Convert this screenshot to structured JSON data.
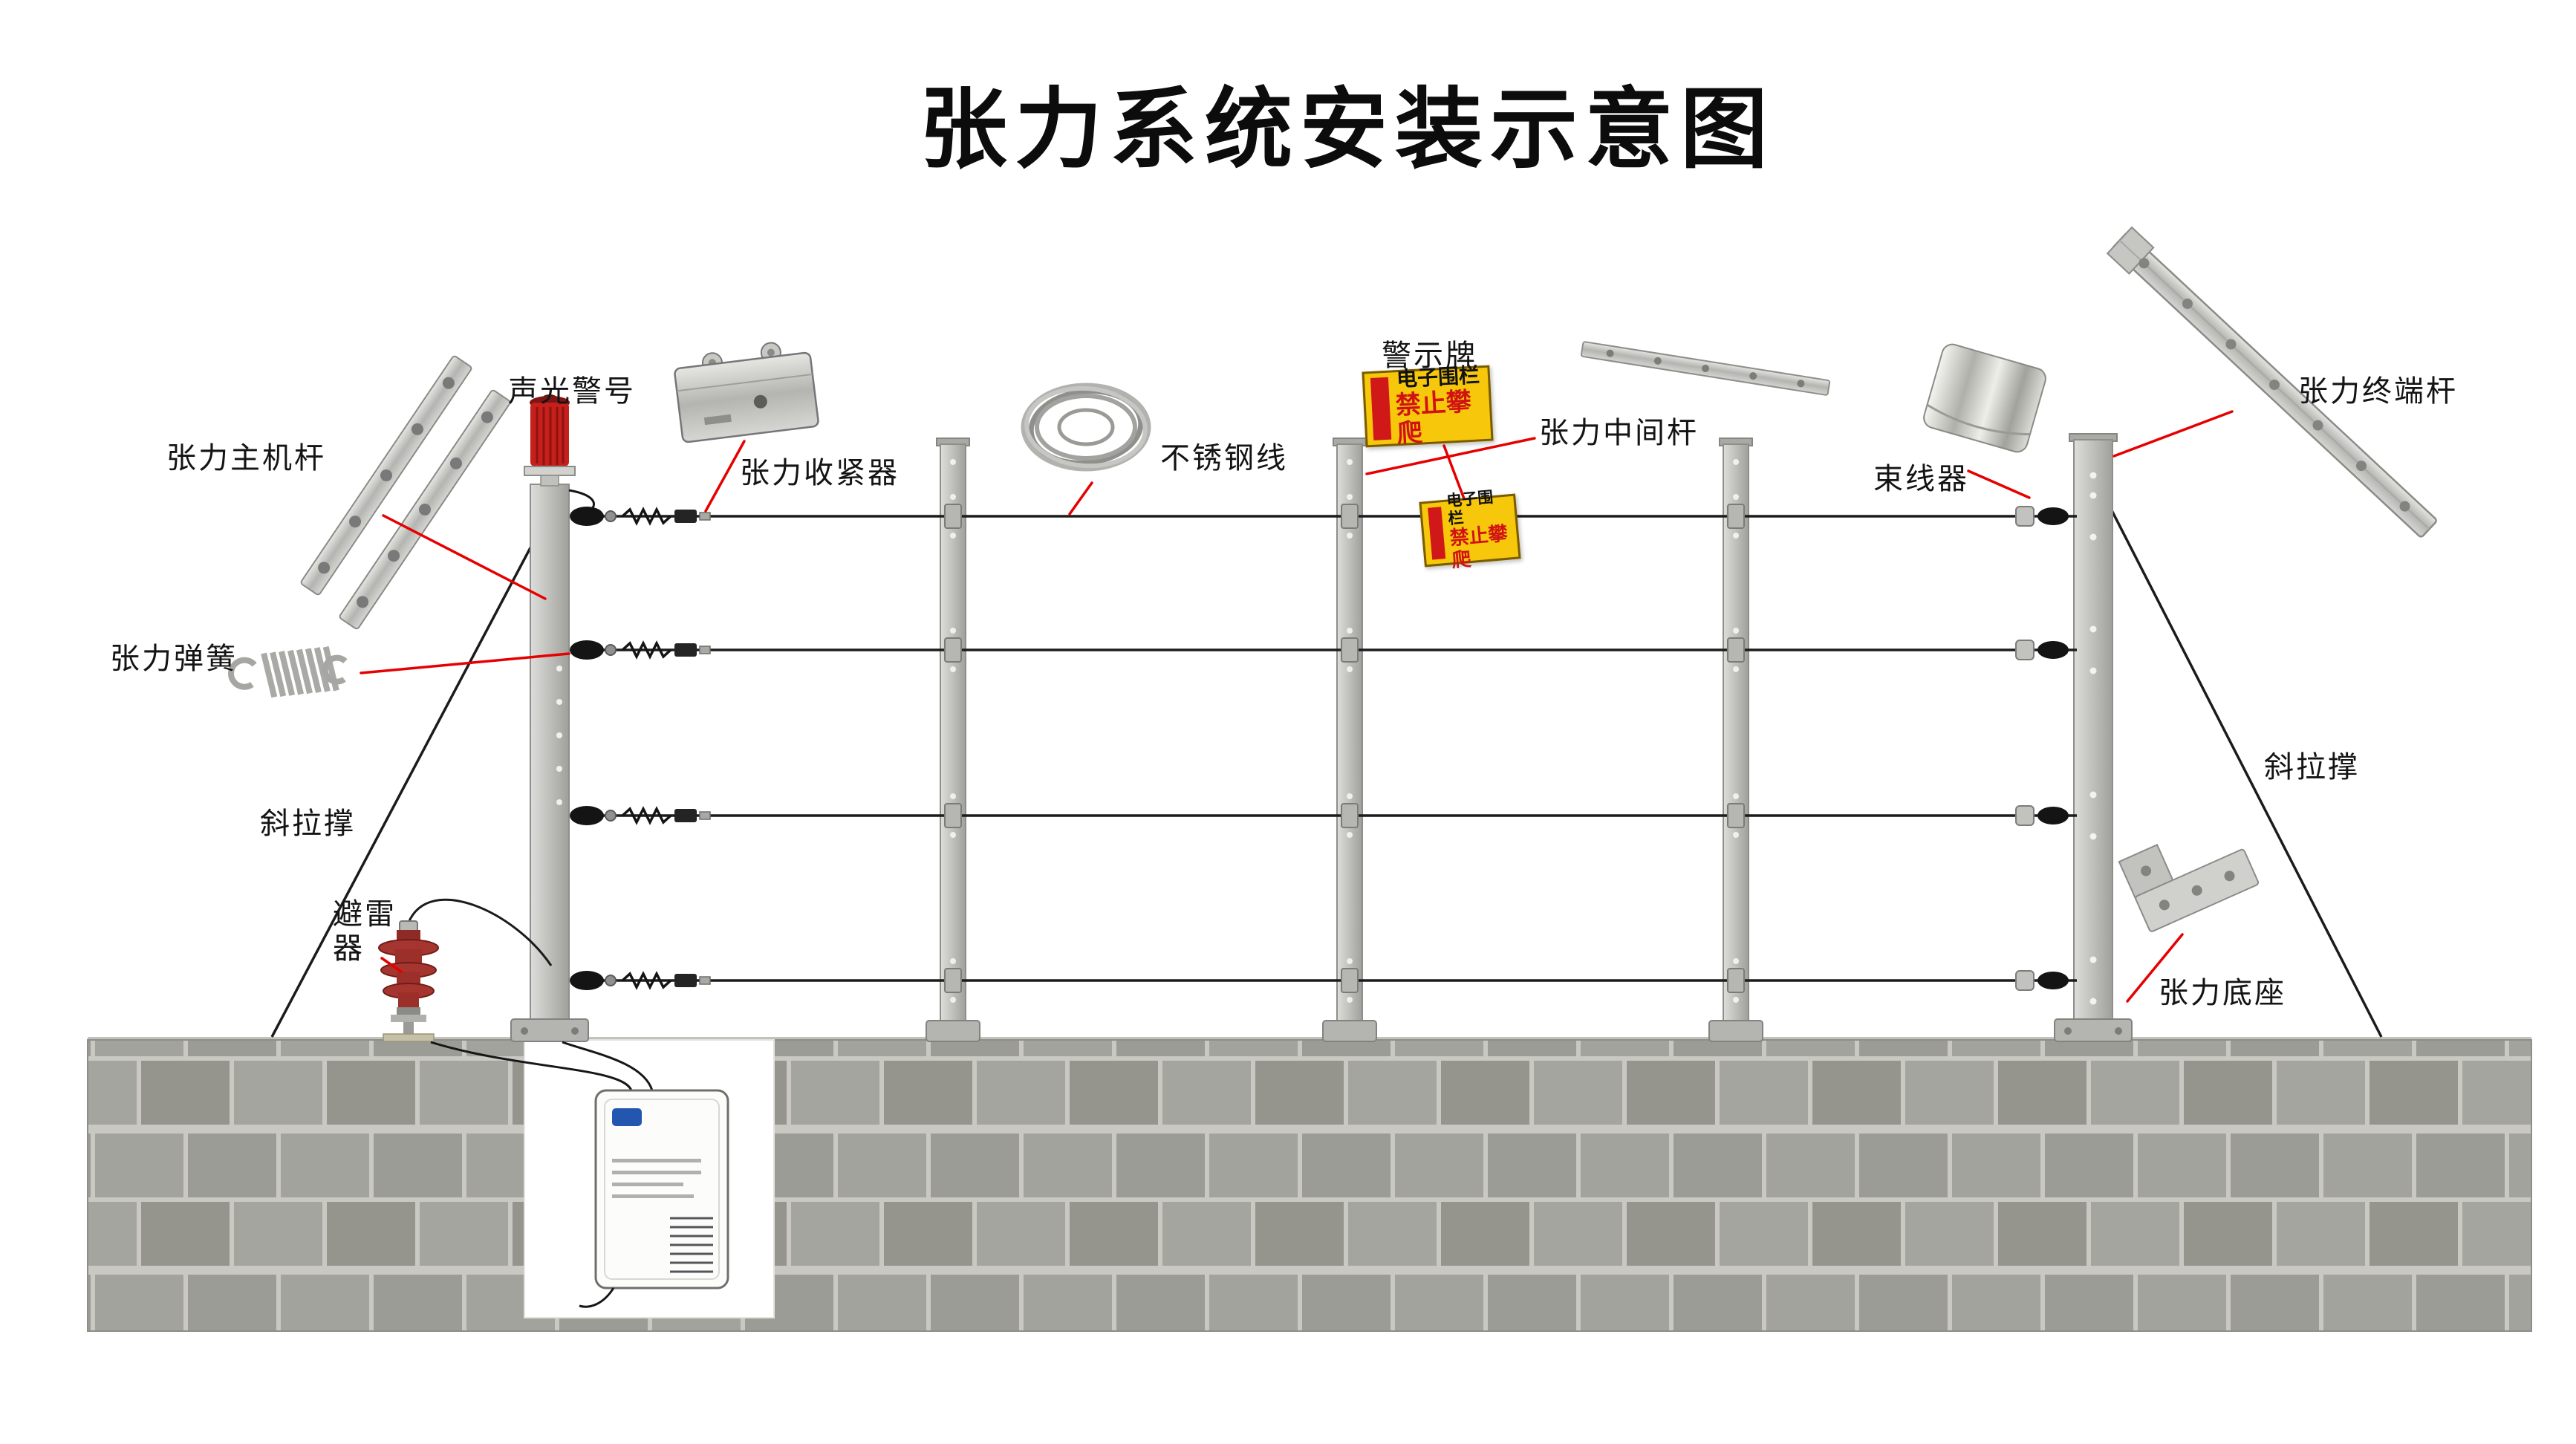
{
  "title": "张力系统安装示意图",
  "labels": {
    "main_post": "张力主机杆",
    "alarm": "声光警号",
    "tensioner": "张力收紧器",
    "steel_wire": "不锈钢线",
    "warning_sign": "警示牌",
    "middle_post": "张力中间杆",
    "wire_clamp": "束线器",
    "terminal_post": "张力终端杆",
    "spring": "张力弹簧",
    "brace_left": "斜拉撑",
    "brace_right": "斜拉撑",
    "arrester": "避雷器",
    "base": "张力底座"
  },
  "sign": {
    "line1": "电子围栏",
    "line2": "禁止攀爬"
  },
  "colors": {
    "callout": "#e60000",
    "sign_bg": "#f6c70a",
    "sign_text": "#d01212",
    "beacon": "#c6201c",
    "arrester": "#a63530",
    "post": "#bdbdb9",
    "wall": "#9e9e98",
    "wire": "#1c1c1c"
  }
}
